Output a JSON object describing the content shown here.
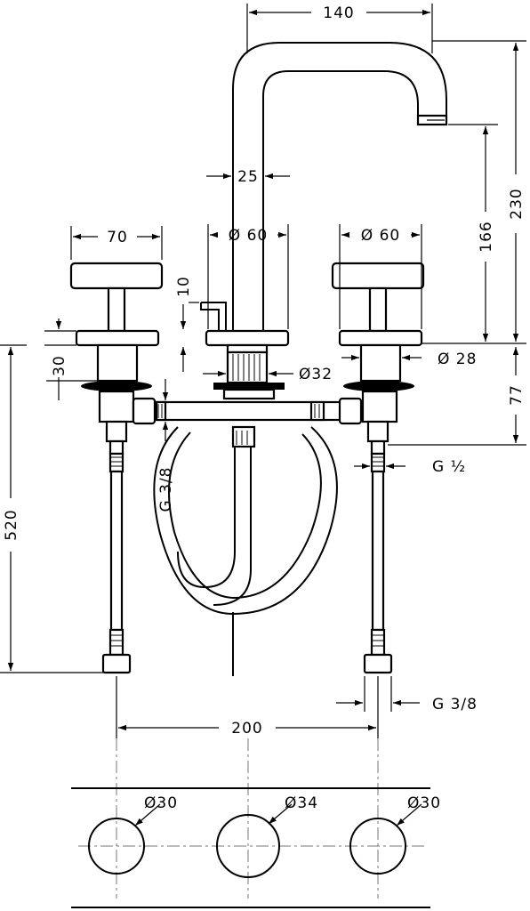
{
  "dimensions": {
    "spout_reach": "140",
    "spout_diameter": "25",
    "total_height": "230",
    "outlet_height": "166",
    "handle_width": "70",
    "base_diameter_center": "Ø 60",
    "base_diameter_right": "Ø 60",
    "lever_height": "10",
    "deck_thickness": "30",
    "shank_diameter_center": "Ø32",
    "shank_diameter_right": "Ø 28",
    "valve_depth": "77",
    "hose_thread": "G 3/8",
    "valve_thread": "G ½",
    "connection_length": "520",
    "supply_thread": "G 3/8",
    "spacing": "200"
  },
  "holes": {
    "left": "Ø30",
    "center": "Ø34",
    "right": "Ø30"
  }
}
